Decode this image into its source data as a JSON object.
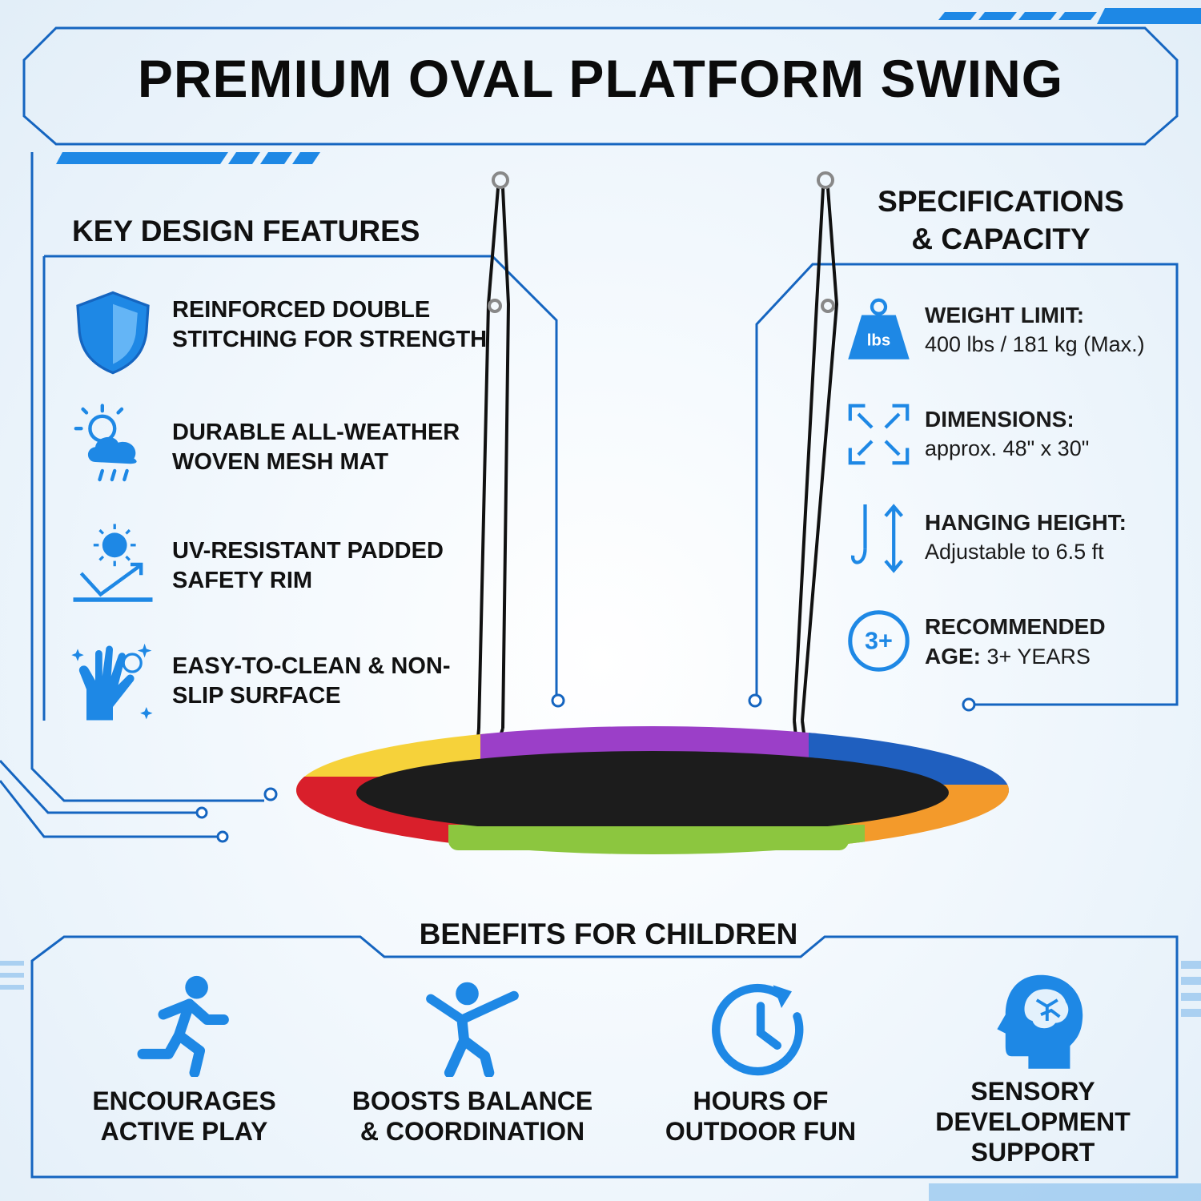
{
  "title": "PREMIUM OVAL PLATFORM SWING",
  "features": {
    "heading": "KEY DESIGN FEATURES",
    "items": [
      {
        "text": "REINFORCED DOUBLE STITCHING FOR STRENGTH",
        "icon": "shield-icon"
      },
      {
        "text": "DURABLE ALL-WEATHER WOVEN MESH MAT",
        "icon": "weather-icon"
      },
      {
        "text": "UV-RESISTANT PADDED SAFETY RIM",
        "icon": "uv-icon"
      },
      {
        "text": "EASY-TO-CLEAN & NON-SLIP SURFACE",
        "icon": "clean-hand-icon"
      }
    ]
  },
  "specs": {
    "heading_line1": "SPECIFICATIONS",
    "heading_line2": "& CAPACITY",
    "items": [
      {
        "label": "WEIGHT LIMIT:",
        "value": "400 lbs / 181 kg (Max.)",
        "icon": "weight-icon",
        "icon_text": "lbs"
      },
      {
        "label": "DIMENSIONS:",
        "value": "approx. 48\" x 30\"",
        "icon": "dimensions-icon"
      },
      {
        "label": "HANGING HEIGHT:",
        "value": "Adjustable to 6.5 ft",
        "icon": "height-icon"
      },
      {
        "label": "RECOMMENDED",
        "label2": "AGE:",
        "value": "3+ YEARS",
        "icon": "age-icon",
        "icon_text": "3+"
      }
    ]
  },
  "benefits": {
    "heading": "BENEFITS FOR CHILDREN",
    "items": [
      {
        "line1": "ENCOURAGES",
        "line2": "ACTIVE PLAY",
        "icon": "running-icon"
      },
      {
        "line1": "BOOSTS BALANCE",
        "line2": "& COORDINATION",
        "icon": "balance-icon"
      },
      {
        "line1": "HOURS OF",
        "line2": "OUTDOOR FUN",
        "icon": "clock-icon"
      },
      {
        "line1": "SENSORY",
        "line2": "DEVELOPMENT",
        "line3": "SUPPORT",
        "icon": "brain-icon"
      }
    ]
  },
  "colors": {
    "accent": "#1565c0",
    "icon_blue": "#1e88e5",
    "swing_yellow": "#f6d23a",
    "swing_purple": "#9b3fc8",
    "swing_blue": "#1f5fbf",
    "swing_orange": "#f39a2b",
    "swing_green": "#8cc63f",
    "swing_red": "#d91f2b"
  }
}
